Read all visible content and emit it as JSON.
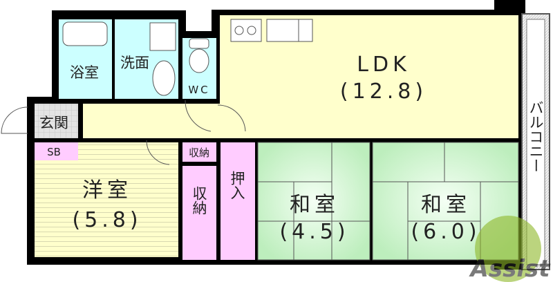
{
  "rooms": {
    "bath": "浴室",
    "washroom": "洗面",
    "wc": "WC",
    "ldk_name": "LDK",
    "ldk_size": "(12.8)",
    "entrance": "玄関",
    "shoebox": "SB",
    "western_name": "洋室",
    "western_size": "(5.8)",
    "storage_small": "収納",
    "storage_tall": "収納",
    "closet": "押入",
    "japanese1_name": "和室",
    "japanese1_size": "(4.5)",
    "japanese2_name": "和室",
    "japanese2_size": "(6.0)",
    "balcony": "バルコニー"
  },
  "watermark": "Assist",
  "colors": {
    "wall": "#000000",
    "wet": "#ccffff",
    "ldk": "#ffffcc",
    "storage": "#ffccff",
    "tatami": "#ccf5cc",
    "western": "#ffffcc",
    "entrance": "#dddddd",
    "watermark": "#8fb82a"
  }
}
